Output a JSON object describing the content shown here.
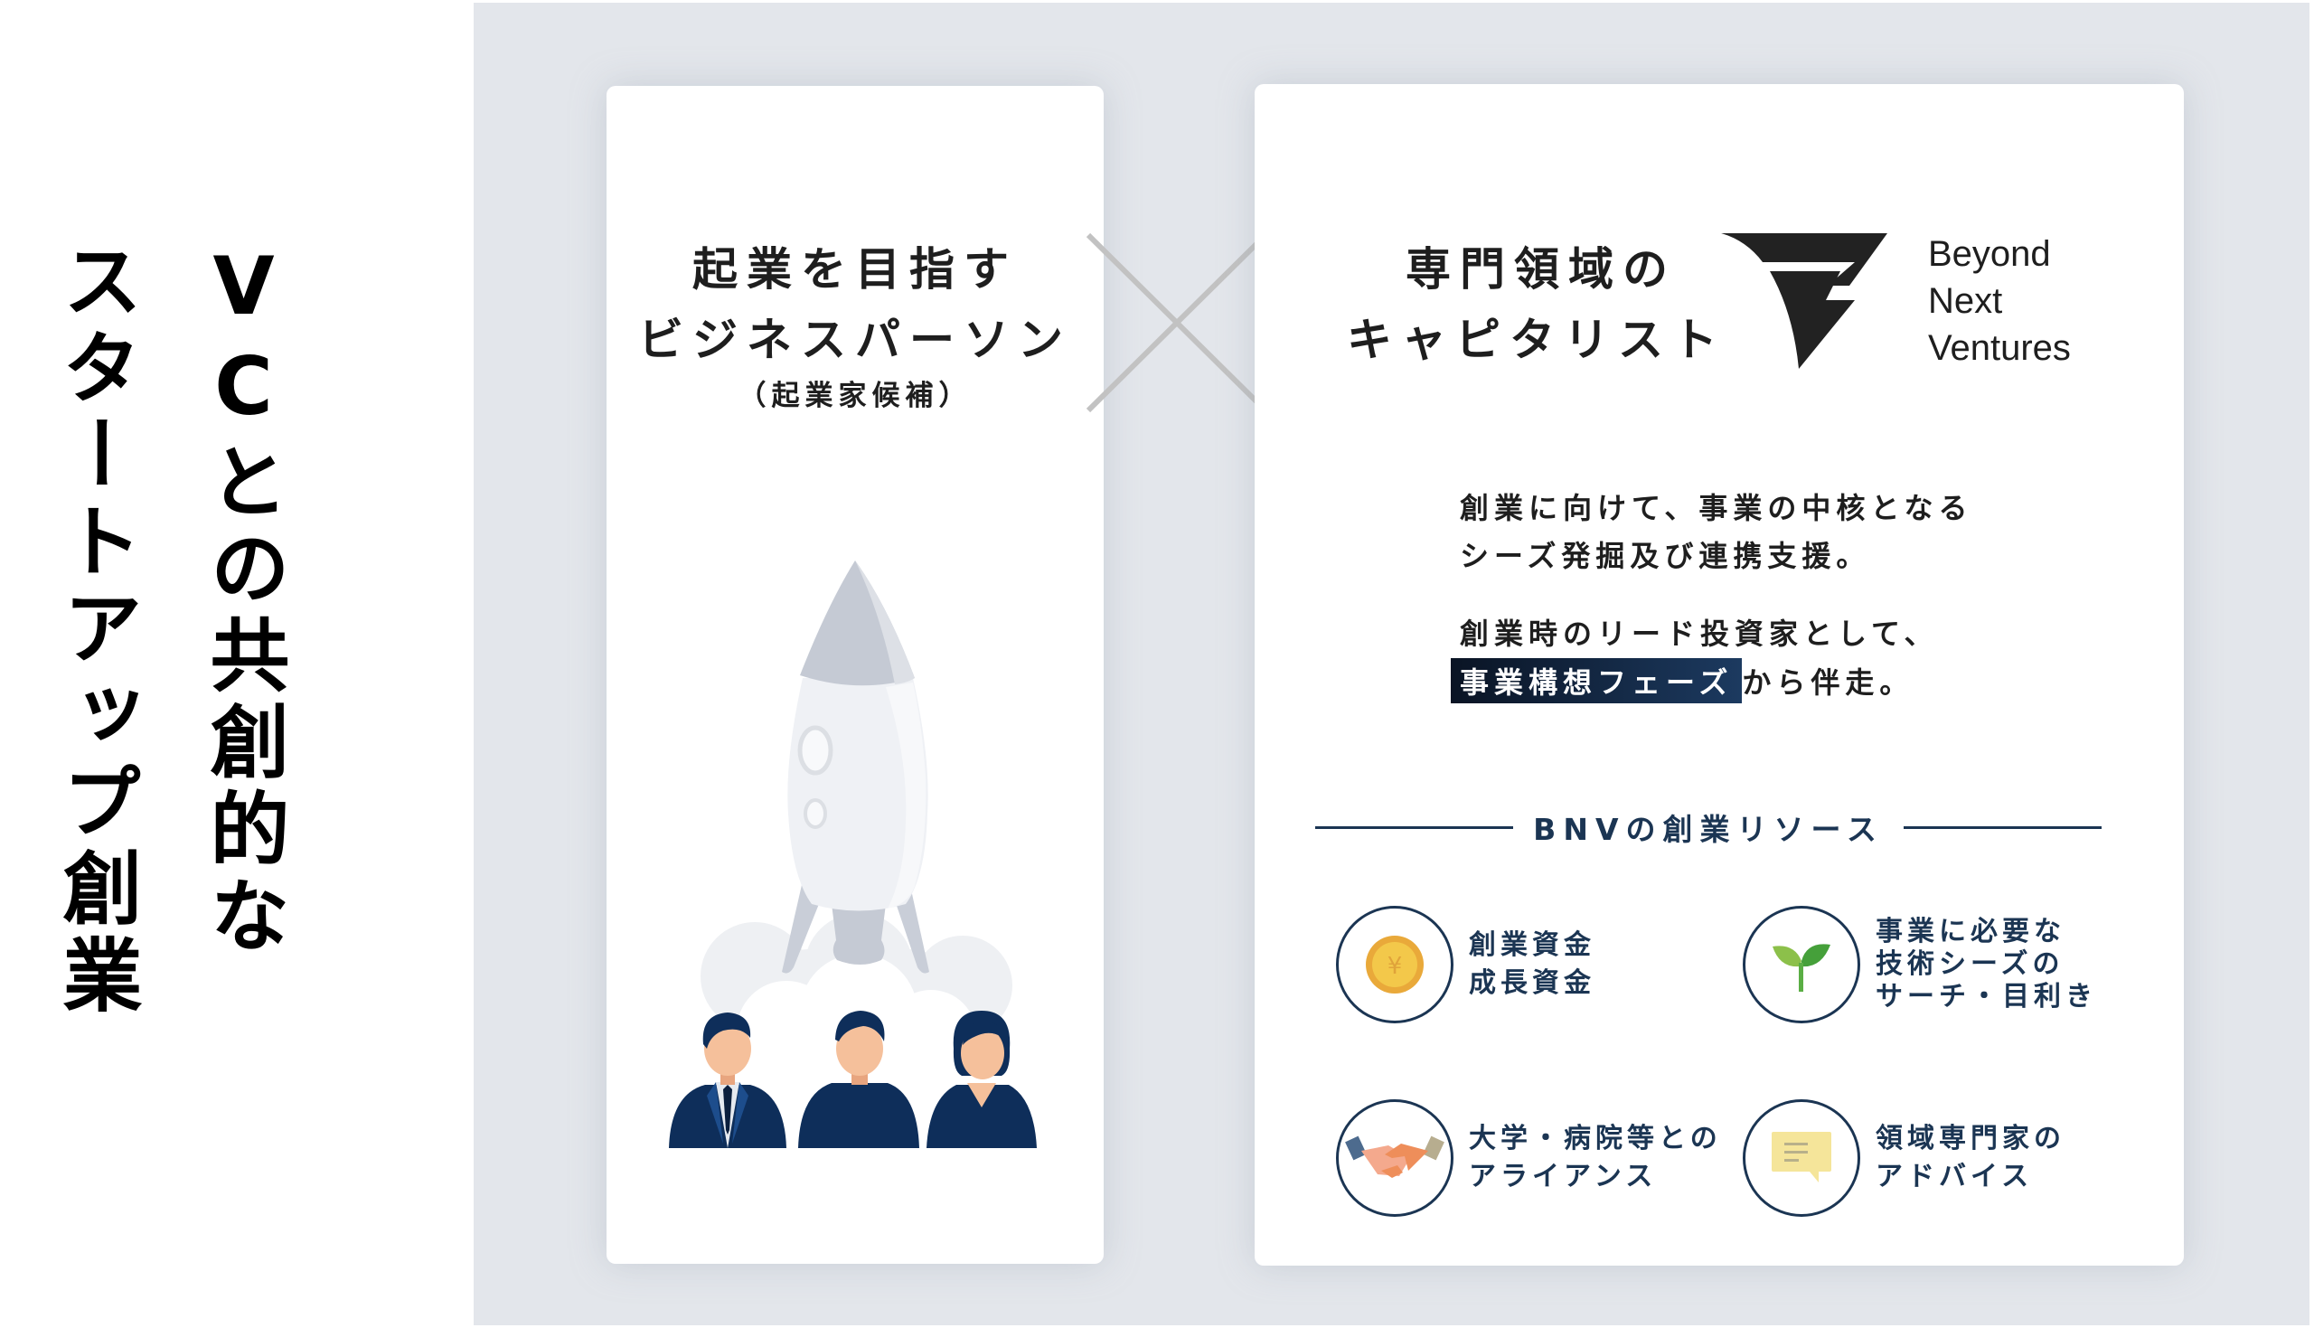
{
  "title": {
    "column1": "VCとの共創的な",
    "column2": "スタートアップ創業"
  },
  "left_card": {
    "heading_line1": "起業を目指す",
    "heading_line2": "ビジネスパーソン",
    "subheading": "（起業家候補）",
    "illustration": "rocket-launch-with-three-people"
  },
  "cross_symbol": "×",
  "right_card": {
    "heading_line1": "専門領域の",
    "heading_line2": "キャピタリスト",
    "logo": {
      "line1": "Beyond",
      "line2": "Next",
      "line3": "Ventures"
    },
    "description": {
      "line1": "創業に向けて、事業の中核となる",
      "line2": "シーズ発掘及び連携支援。",
      "line3": "創業時のリード投資家として、",
      "line4_highlight": "事業構想フェーズ",
      "line4_rest": "から伴走。"
    },
    "resources": {
      "heading": "BNVの創業リソース",
      "items": [
        {
          "icon": "yen-coin-icon",
          "line1": "創業資金",
          "line2": "成長資金"
        },
        {
          "icon": "sprout-icon",
          "line1": "事業に必要な",
          "line2": "技術シーズの",
          "line3": "サーチ・目利き"
        },
        {
          "icon": "handshake-icon",
          "line1": "大学・病院等との",
          "line2": "アライアンス"
        },
        {
          "icon": "chat-bubble-icon",
          "line1": "領域専門家の",
          "line2": "アドバイス"
        }
      ]
    }
  },
  "colors": {
    "panel_bg": "#e3e6eb",
    "navy": "#1b3553",
    "highlight_start": "#0a1424",
    "highlight_end": "#1c3a60",
    "cross": "#c2c2c2"
  }
}
